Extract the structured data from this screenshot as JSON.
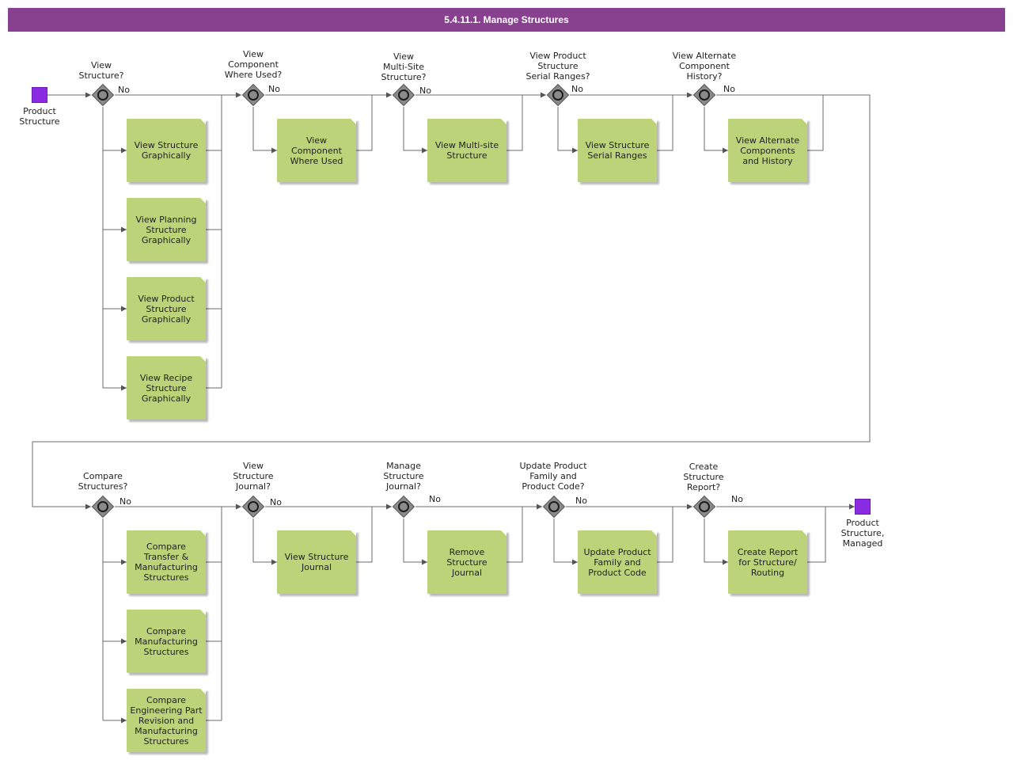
{
  "title": "5.4.11.1. Manage Structures",
  "start_event": {
    "label": "Product\nStructure"
  },
  "end_event": {
    "label": "Product\nStructure,\nManaged"
  },
  "gateways": [
    {
      "question": "View\nStructure?",
      "no_label": "No"
    },
    {
      "question": "View\nComponent\nWhere Used?",
      "no_label": "No"
    },
    {
      "question": "View\nMulti-Site\nStructure?",
      "no_label": "No"
    },
    {
      "question": "View Product\nStructure\nSerial Ranges?",
      "no_label": "No"
    },
    {
      "question": "View Alternate\nComponent\nHistory?",
      "no_label": "No"
    },
    {
      "question": "Compare\nStructures?",
      "no_label": "No"
    },
    {
      "question": "View\nStructure\nJournal?",
      "no_label": "No"
    },
    {
      "question": "Manage\nStructure\nJournal?",
      "no_label": "No"
    },
    {
      "question": "Update Product\nFamily and\nProduct Code?",
      "no_label": "No"
    },
    {
      "question": "Create\nStructure\nReport?",
      "no_label": "No"
    }
  ],
  "tasks": [
    {
      "label": "View Structure\nGraphically"
    },
    {
      "label": "View Planning\nStructure\nGraphically"
    },
    {
      "label": "View Product\nStructure\nGraphically"
    },
    {
      "label": "View Recipe\nStructure\nGraphically"
    },
    {
      "label": "View\nComponent\nWhere Used"
    },
    {
      "label": "View Multi-site\nStructure"
    },
    {
      "label": "View Structure\nSerial Ranges"
    },
    {
      "label": "View Alternate\nComponents\nand History"
    },
    {
      "label": "Compare\nTransfer &\nManufacturing\nStructures"
    },
    {
      "label": "Compare\nManufacturing\nStructures"
    },
    {
      "label": "Compare\nEngineering Part\nRevision and\nManufacturing\nStructures"
    },
    {
      "label": "View Structure\nJournal"
    },
    {
      "label": "Remove\nStructure\nJournal"
    },
    {
      "label": "Update Product\nFamily and\nProduct Code"
    },
    {
      "label": "Create Report\nfor Structure/\nRouting"
    }
  ]
}
